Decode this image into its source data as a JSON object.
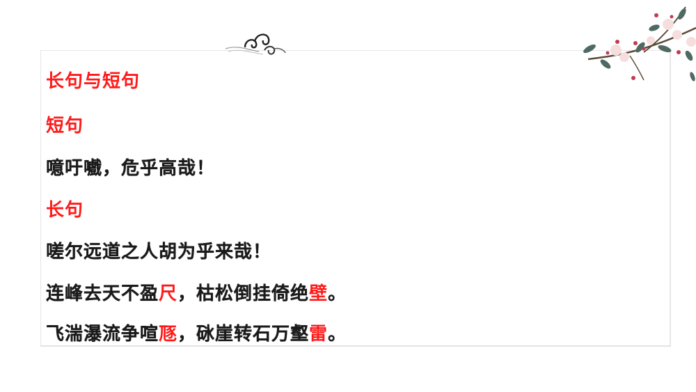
{
  "slide": {
    "heading": "长句与短句",
    "sections": [
      {
        "label": "短句",
        "lines": [
          {
            "segments": [
              {
                "text": "噫吁嚱，危乎高哉！",
                "highlight": false
              }
            ]
          }
        ]
      },
      {
        "label": "长句",
        "lines": [
          {
            "segments": [
              {
                "text": "嗟尔远道之人胡为乎来哉！",
                "highlight": false
              }
            ]
          },
          {
            "segments": [
              {
                "text": "连峰去天不盈",
                "highlight": false
              },
              {
                "text": "尺",
                "highlight": true
              },
              {
                "text": "，枯松倒挂倚绝",
                "highlight": false
              },
              {
                "text": "壁",
                "highlight": true
              },
              {
                "text": "。",
                "highlight": false
              }
            ]
          },
          {
            "segments": [
              {
                "text": "飞湍瀑流争喧",
                "highlight": false
              },
              {
                "text": "豗",
                "highlight": true
              },
              {
                "text": "，砯崖转石万壑",
                "highlight": false
              },
              {
                "text": "雷",
                "highlight": true
              },
              {
                "text": "。",
                "highlight": false
              }
            ]
          }
        ]
      }
    ],
    "colors": {
      "accent": "#ff1a1a",
      "text": "#1a1a1a",
      "frame": "#e6e6e6"
    },
    "decorations": [
      "cloud-scroll-ornament",
      "plum-blossom-branch"
    ]
  }
}
